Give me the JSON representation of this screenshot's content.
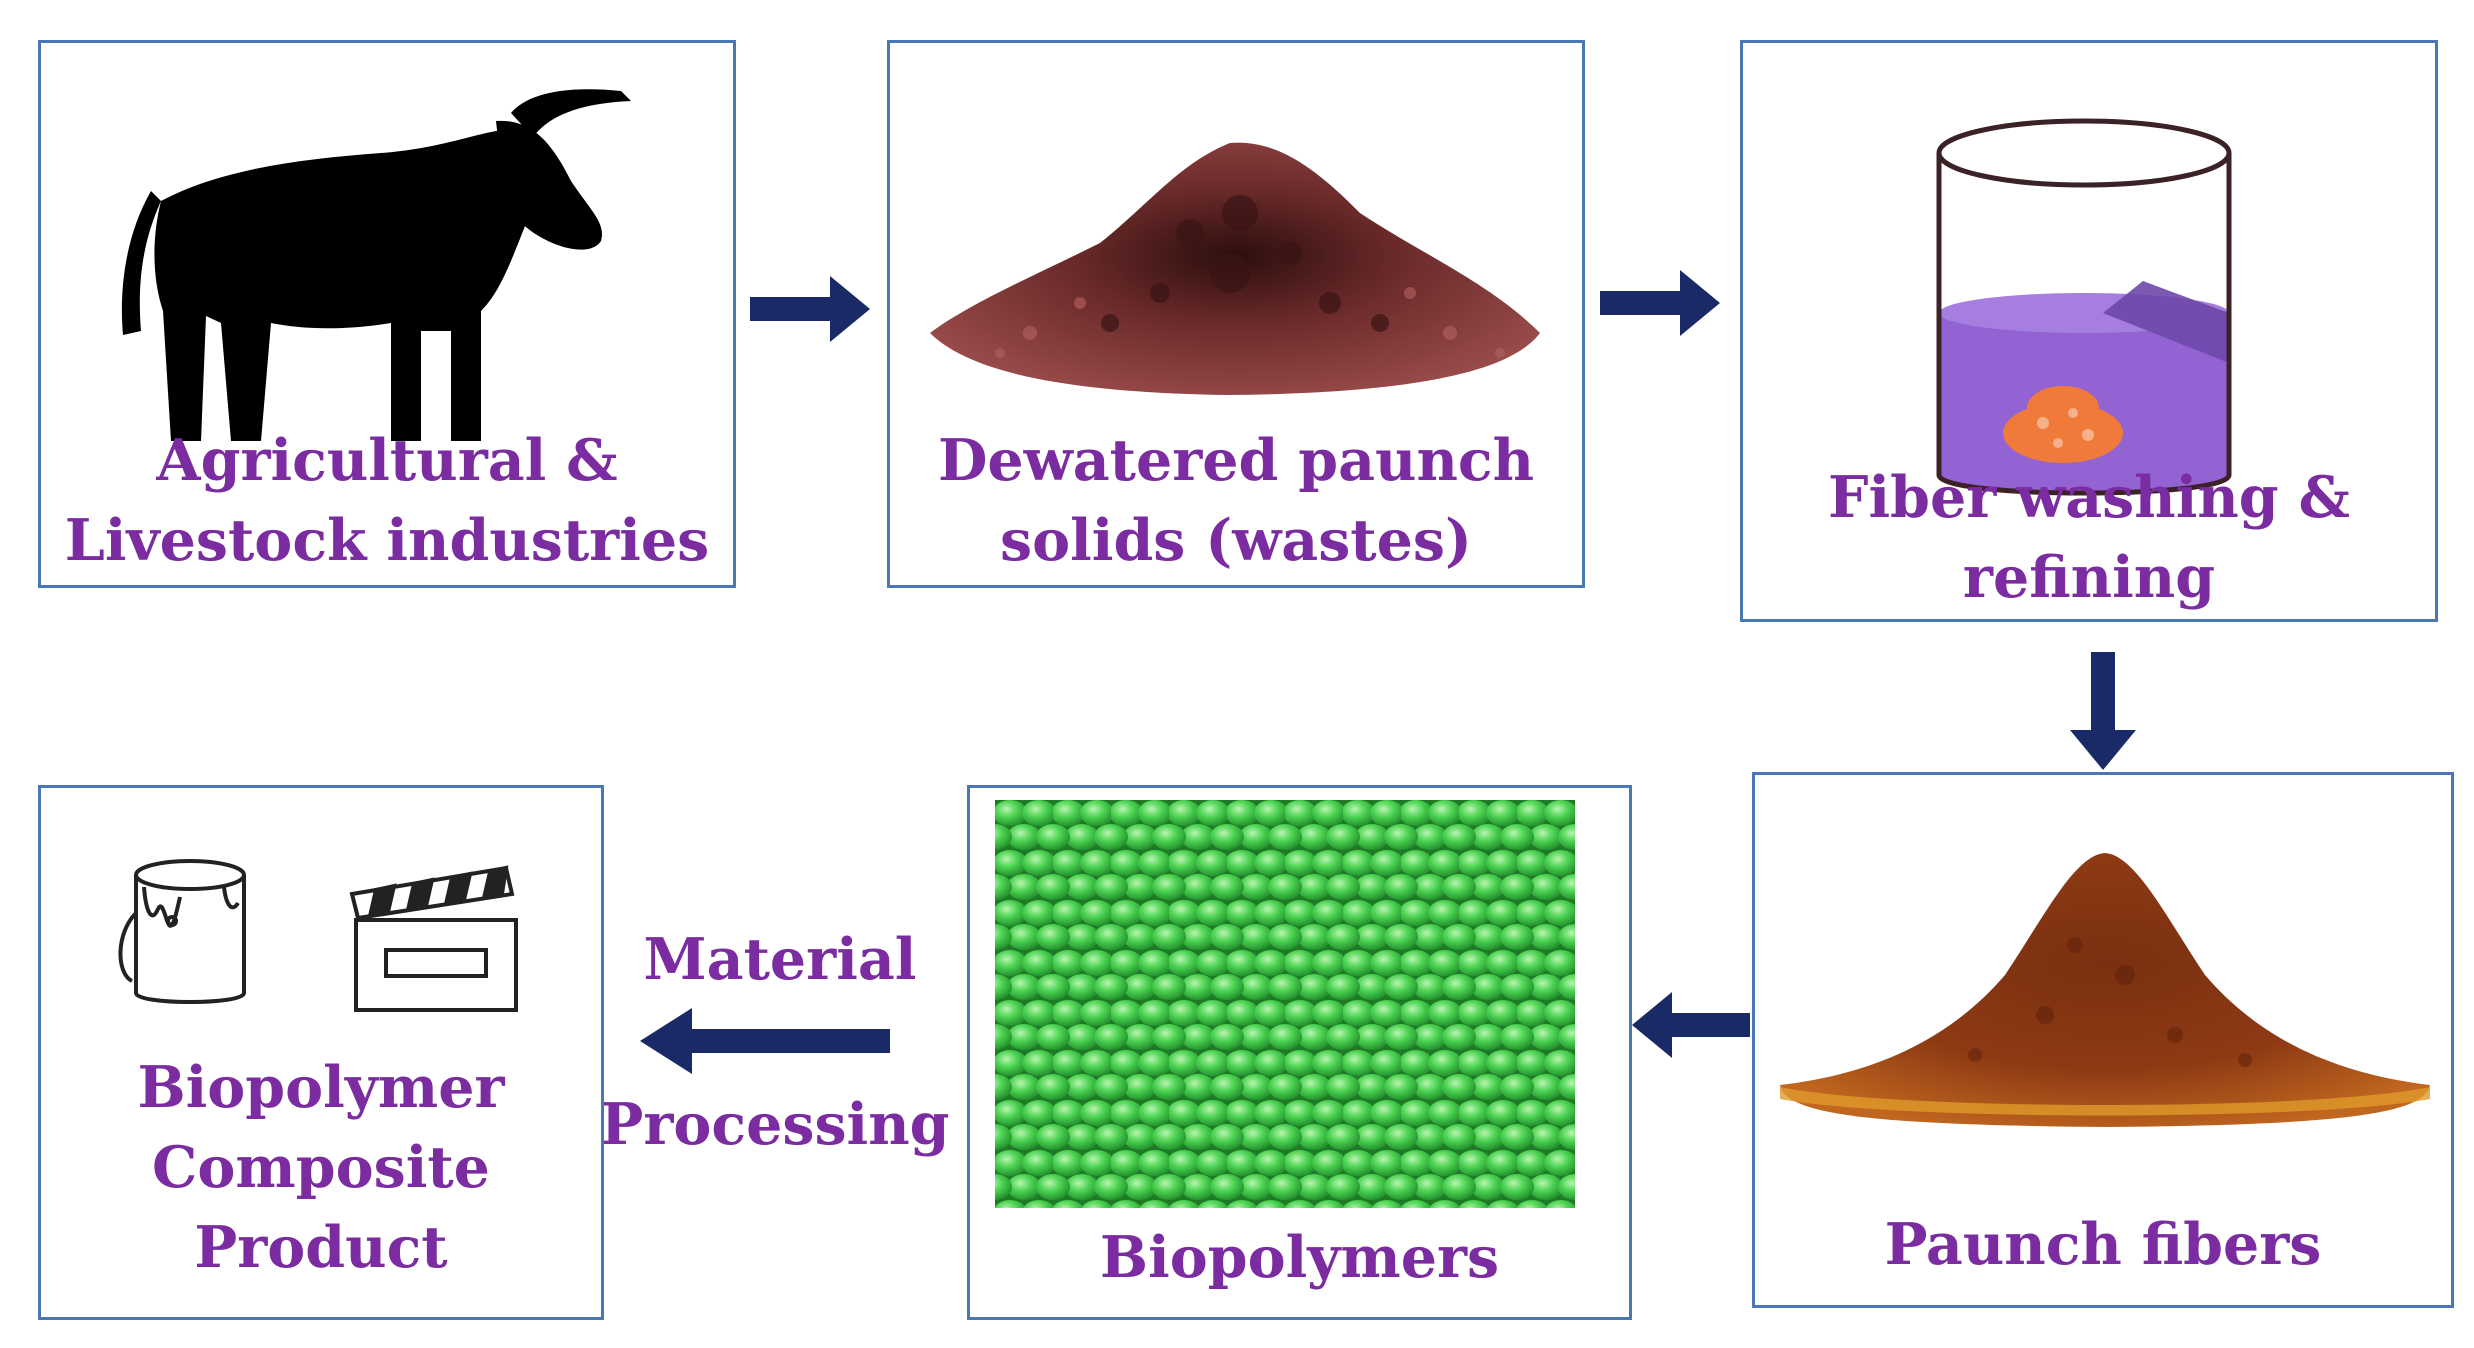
{
  "steps": {
    "source": {
      "label": "Agricultural &\nLivestock industries",
      "icon": "cow-icon"
    },
    "waste": {
      "label": "Dewatered paunch\nsolids (wastes)",
      "icon": "paunch-solids-pile-image"
    },
    "washing": {
      "label": "Fiber washing &\nrefining",
      "icon": "washing-beaker-icon"
    },
    "fibers": {
      "label": "Paunch fibers",
      "icon": "paunch-fibers-pile-image"
    },
    "biopolymers": {
      "label": "Biopolymers",
      "icon": "green-pellets-image"
    },
    "product": {
      "label": "Biopolymer\nComposite Product",
      "icons": [
        "paint-bucket-icon",
        "clapperboard-icon"
      ]
    }
  },
  "connector": {
    "label_top": "Material",
    "label_bottom": "Processing"
  },
  "colors": {
    "box_border": "#4a78b5",
    "label_text": "#7b2ca0",
    "arrow": "#1a2a66"
  }
}
